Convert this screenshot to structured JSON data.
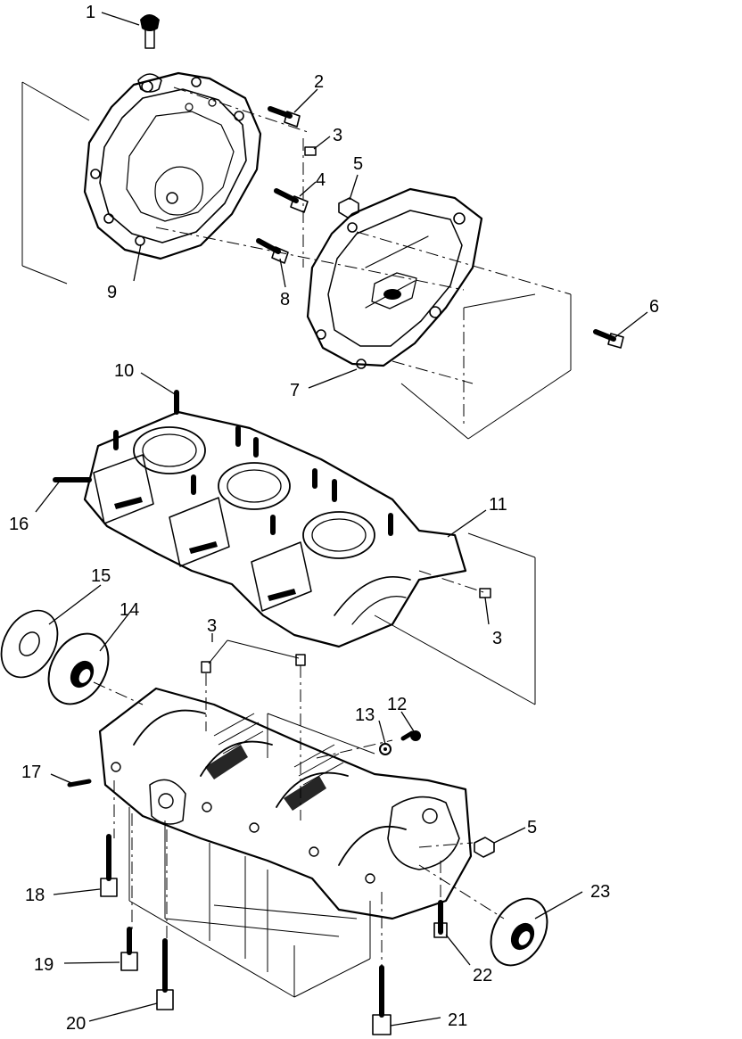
{
  "diagram": {
    "callouts": [
      "1",
      "2",
      "3",
      "4",
      "5",
      "6",
      "7",
      "8",
      "9",
      "10",
      "11",
      "12",
      "13",
      "14",
      "15",
      "16",
      "17",
      "3",
      "18",
      "19",
      "20",
      "21",
      "22",
      "23",
      "3",
      "5"
    ]
  }
}
